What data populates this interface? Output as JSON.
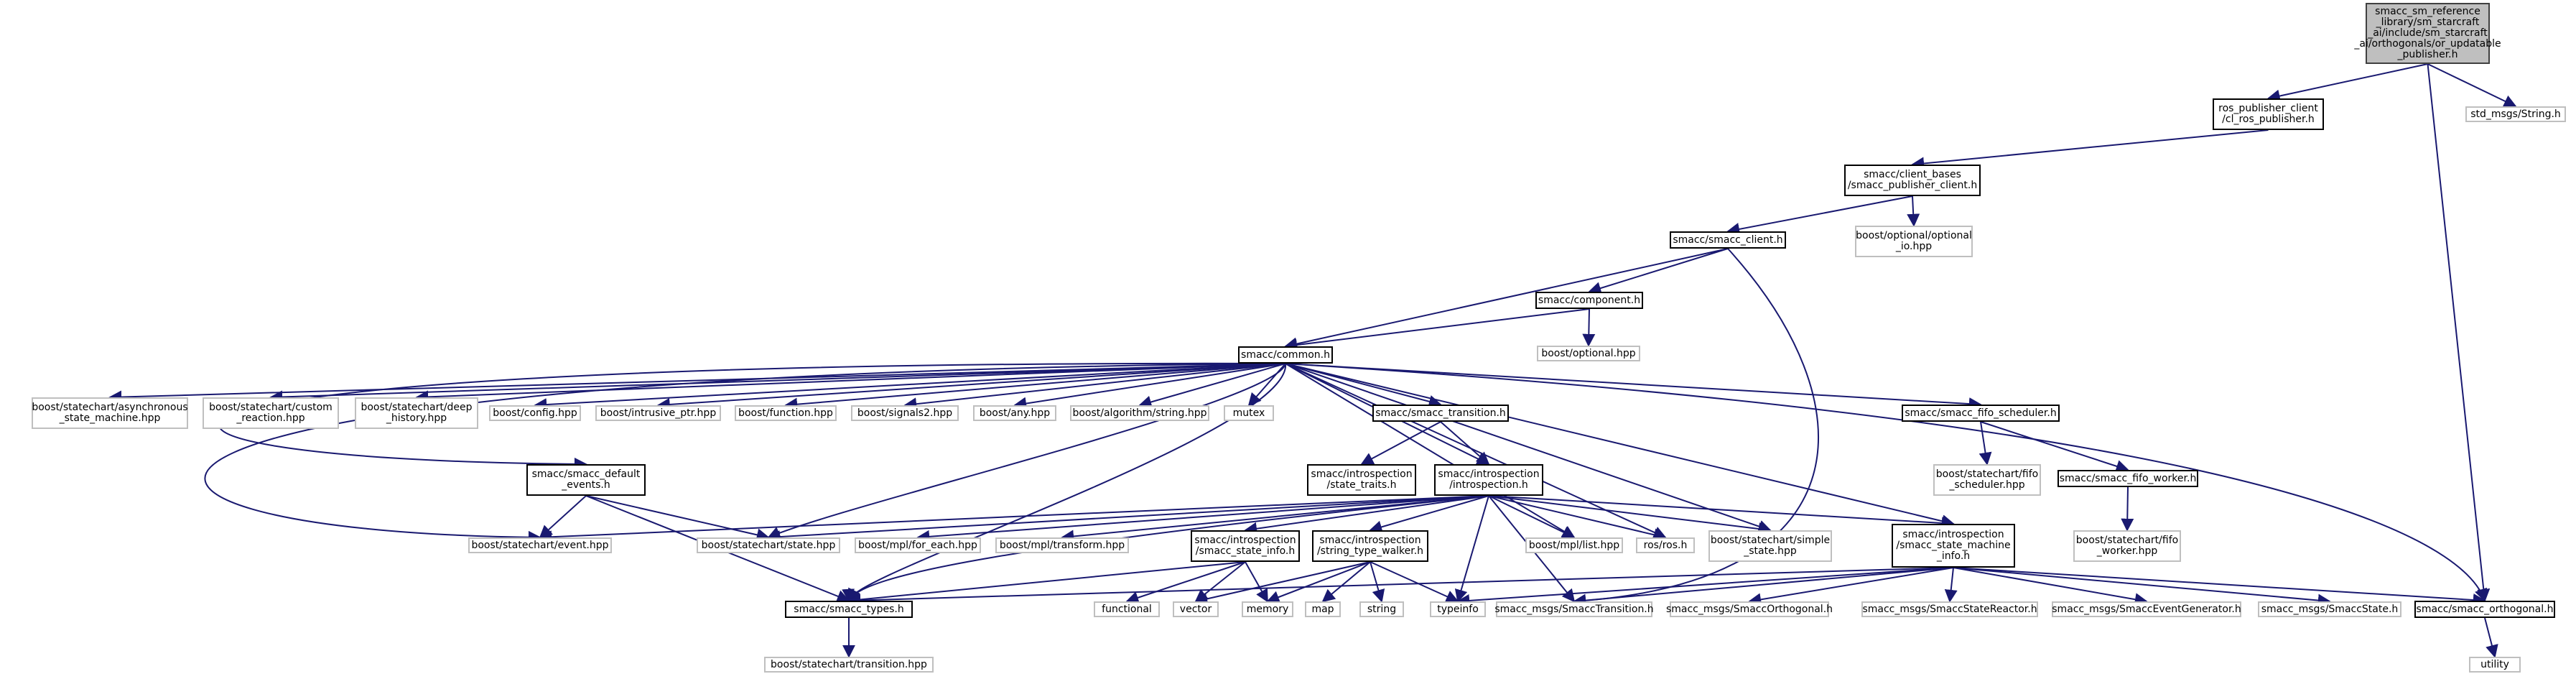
{
  "colors": {
    "edge": "#191970",
    "node_border": "#000000",
    "external_border": "#bfbfbf",
    "root_fill": "#bfbfbf"
  },
  "nodes": [
    {
      "id": "root",
      "label": "smacc_sm_reference\n_library/sm_starcraft\n_ai/include/sm_starcraft\n_ai/orthogonals/or_updatable\n_publisher.h",
      "kind": "root"
    },
    {
      "id": "cl_ros_publisher",
      "label": "ros_publisher_client\n/cl_ros_publisher.h",
      "kind": "doc"
    },
    {
      "id": "std_string",
      "label": "std_msgs/String.h",
      "kind": "ext"
    },
    {
      "id": "smacc_publisher_client",
      "label": "smacc/client_bases\n/smacc_publisher_client.h",
      "kind": "doc"
    },
    {
      "id": "smacc_client",
      "label": "smacc/smacc_client.h",
      "kind": "doc"
    },
    {
      "id": "optional_io",
      "label": "boost/optional/optional\n_io.hpp",
      "kind": "ext"
    },
    {
      "id": "component",
      "label": "smacc/component.h",
      "kind": "doc"
    },
    {
      "id": "optional",
      "label": "boost/optional.hpp",
      "kind": "ext"
    },
    {
      "id": "common",
      "label": "smacc/common.h",
      "kind": "doc"
    },
    {
      "id": "async_sm",
      "label": "boost/statechart/asynchronous\n_state_machine.hpp",
      "kind": "ext"
    },
    {
      "id": "custom_reaction",
      "label": "boost/statechart/custom\n_reaction.hpp",
      "kind": "ext"
    },
    {
      "id": "deep_history",
      "label": "boost/statechart/deep\n_history.hpp",
      "kind": "ext"
    },
    {
      "id": "config",
      "label": "boost/config.hpp",
      "kind": "ext"
    },
    {
      "id": "intrusive_ptr",
      "label": "boost/intrusive_ptr.hpp",
      "kind": "ext"
    },
    {
      "id": "function",
      "label": "boost/function.hpp",
      "kind": "ext"
    },
    {
      "id": "signals2",
      "label": "boost/signals2.hpp",
      "kind": "ext"
    },
    {
      "id": "any",
      "label": "boost/any.hpp",
      "kind": "ext"
    },
    {
      "id": "alg_string",
      "label": "boost/algorithm/string.hpp",
      "kind": "ext"
    },
    {
      "id": "mutex",
      "label": "mutex",
      "kind": "ext"
    },
    {
      "id": "smacc_transition",
      "label": "smacc/smacc_transition.h",
      "kind": "doc"
    },
    {
      "id": "fifo_scheduler",
      "label": "smacc/smacc_fifo_scheduler.h",
      "kind": "doc"
    },
    {
      "id": "default_events",
      "label": "smacc/smacc_default\n_events.h",
      "kind": "doc"
    },
    {
      "id": "state_traits",
      "label": "smacc/introspection\n/state_traits.h",
      "kind": "doc"
    },
    {
      "id": "introspection",
      "label": "smacc/introspection\n/introspection.h",
      "kind": "doc"
    },
    {
      "id": "sc_fifo_scheduler",
      "label": "boost/statechart/fifo\n_scheduler.hpp",
      "kind": "ext"
    },
    {
      "id": "fifo_worker",
      "label": "smacc/smacc_fifo_worker.h",
      "kind": "doc"
    },
    {
      "id": "event",
      "label": "boost/statechart/event.hpp",
      "kind": "ext"
    },
    {
      "id": "state",
      "label": "boost/statechart/state.hpp",
      "kind": "ext"
    },
    {
      "id": "for_each",
      "label": "boost/mpl/for_each.hpp",
      "kind": "ext"
    },
    {
      "id": "transform",
      "label": "boost/mpl/transform.hpp",
      "kind": "ext"
    },
    {
      "id": "state_info",
      "label": "smacc/introspection\n/smacc_state_info.h",
      "kind": "doc"
    },
    {
      "id": "string_type_walker",
      "label": "smacc/introspection\n/string_type_walker.h",
      "kind": "doc"
    },
    {
      "id": "mpl_list",
      "label": "boost/mpl/list.hpp",
      "kind": "ext"
    },
    {
      "id": "ros",
      "label": "ros/ros.h",
      "kind": "ext"
    },
    {
      "id": "simple_state",
      "label": "boost/statechart/simple\n_state.hpp",
      "kind": "ext"
    },
    {
      "id": "sm_info",
      "label": "smacc/introspection\n/smacc_state_machine\n_info.h",
      "kind": "doc"
    },
    {
      "id": "fifo_worker_hpp",
      "label": "boost/statechart/fifo\n_worker.hpp",
      "kind": "ext"
    },
    {
      "id": "functional",
      "label": "functional",
      "kind": "ext"
    },
    {
      "id": "vector",
      "label": "vector",
      "kind": "ext"
    },
    {
      "id": "memory",
      "label": "memory",
      "kind": "ext"
    },
    {
      "id": "map",
      "label": "map",
      "kind": "ext"
    },
    {
      "id": "string",
      "label": "string",
      "kind": "ext"
    },
    {
      "id": "typeinfo",
      "label": "typeinfo",
      "kind": "ext"
    },
    {
      "id": "smacc_transition_msg",
      "label": "smacc_msgs/SmaccTransition.h",
      "kind": "ext"
    },
    {
      "id": "smacc_orthogonal_msg",
      "label": "smacc_msgs/SmaccOrthogonal.h",
      "kind": "ext"
    },
    {
      "id": "state_reactor_msg",
      "label": "smacc_msgs/SmaccStateReactor.h",
      "kind": "ext"
    },
    {
      "id": "event_generator_msg",
      "label": "smacc_msgs/SmaccEventGenerator.h",
      "kind": "ext"
    },
    {
      "id": "state_msg",
      "label": "smacc_msgs/SmaccState.h",
      "kind": "ext"
    },
    {
      "id": "smacc_orthogonal",
      "label": "smacc/smacc_orthogonal.h",
      "kind": "doc"
    },
    {
      "id": "smacc_types",
      "label": "smacc/smacc_types.h",
      "kind": "doc"
    },
    {
      "id": "utility",
      "label": "utility",
      "kind": "ext"
    },
    {
      "id": "transition_hpp",
      "label": "boost/statechart/transition.hpp",
      "kind": "ext"
    }
  ]
}
